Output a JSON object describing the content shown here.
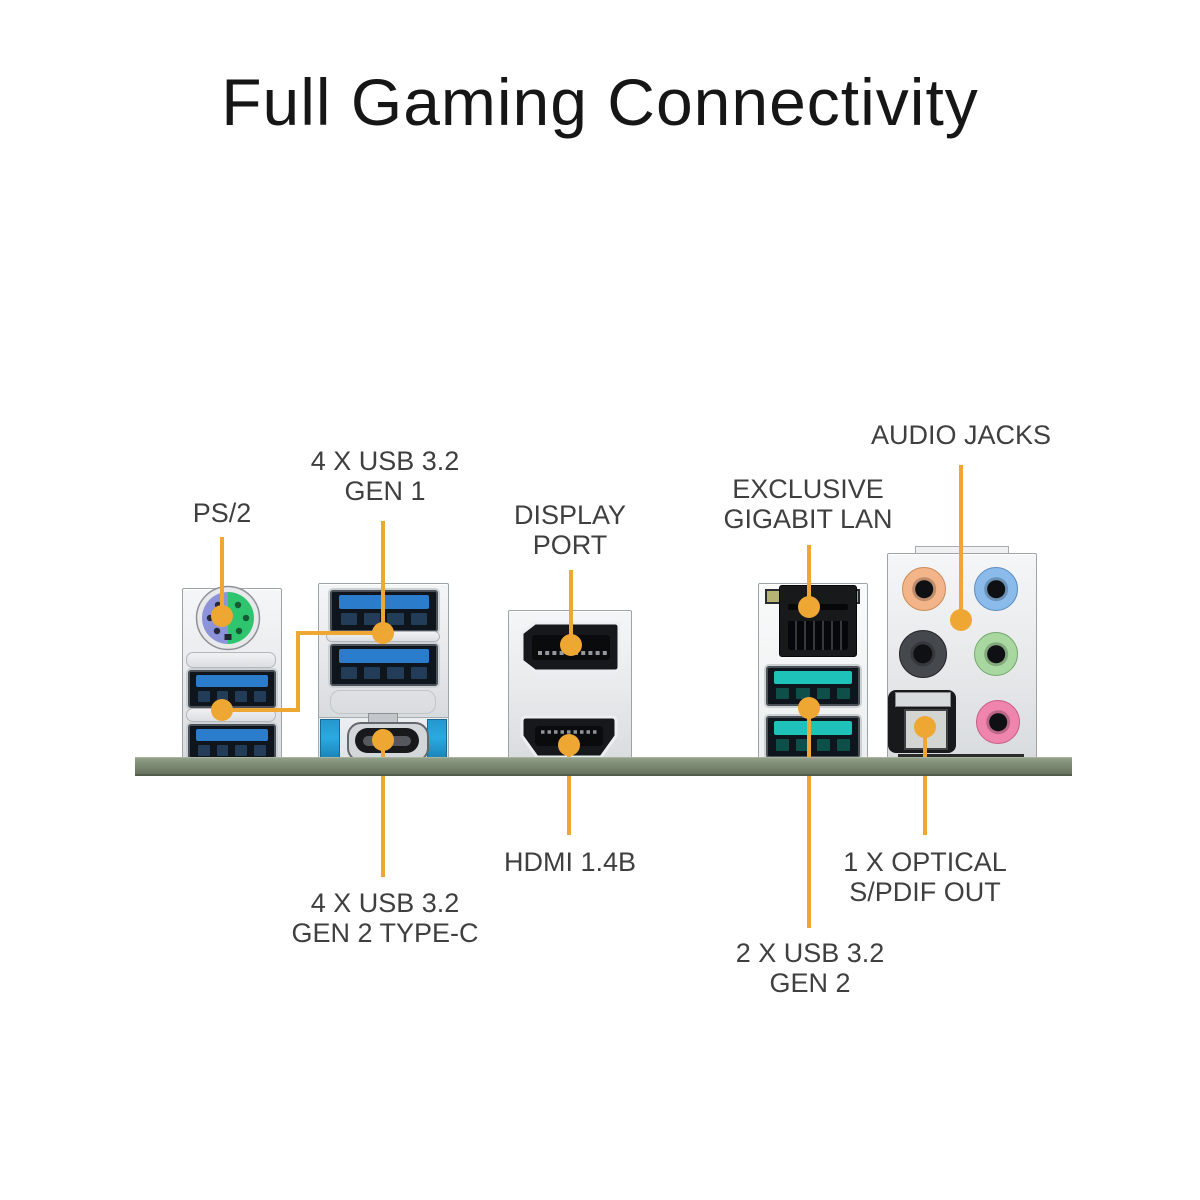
{
  "title": "Full Gaming Connectivity",
  "labels": {
    "ps2": {
      "text": "PS/2"
    },
    "usb_gen1": {
      "line1": "4 X USB 3.2",
      "line2": "GEN 1"
    },
    "display_port": {
      "line1": "DISPLAY",
      "line2": "PORT"
    },
    "gigabit_lan": {
      "line1": "EXCLUSIVE",
      "line2": "GIGABIT LAN"
    },
    "audio_jacks": {
      "text": "AUDIO JACKS"
    },
    "hdmi": {
      "text": "HDMI 1.4B"
    },
    "usb_typec": {
      "line1": "4 X USB 3.2",
      "line2": "GEN 2 TYPE-C"
    },
    "usb_gen2": {
      "line1": "2 X USB 3.2",
      "line2": "GEN 2"
    },
    "spdif": {
      "line1": "1 X OPTICAL",
      "line2": "S/PDIF OUT"
    }
  },
  "colors": {
    "callout": "#EFA733",
    "pcb": "#7D8A73",
    "usb_blue": "#2B7CCA",
    "usb_teal": "#1FC2B8",
    "typec_blue": "#2AA9E0",
    "ps2_purple": "#8C93D8",
    "ps2_green": "#2FC46E",
    "jack_orange": "#F2B488",
    "jack_blue": "#8ABBEA",
    "jack_black": "#45484D",
    "jack_green": "#A8D8A0",
    "jack_pink": "#EF85AC",
    "label_text": "#3F3F3F",
    "title_text": "#161616"
  }
}
